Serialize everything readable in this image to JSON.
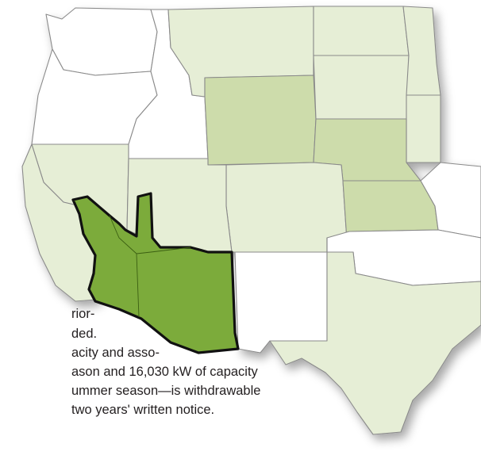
{
  "colors": {
    "background": "#ffffff",
    "state_fill_default": "#ffffff",
    "state_fill_light": "#e6eed6",
    "state_fill_medium": "#cddcab",
    "region_fill": "#7cab3b",
    "region_outline": "#111111",
    "state_border": "#8a8a8a",
    "body_text": "#231f20"
  },
  "text_fragment": {
    "line_1": "rior-",
    "line_2": "ded.",
    "line_3": "acity and asso-",
    "line_4": "ason and 16,030 kW of capacity",
    "line_5": "ummer season—is withdrawable",
    "line_6": "two years' written notice."
  }
}
